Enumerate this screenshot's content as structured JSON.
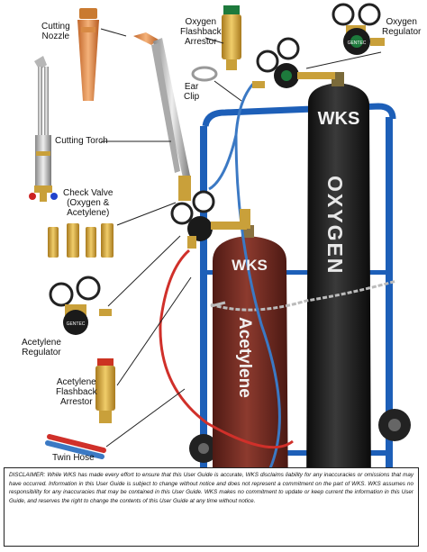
{
  "labels": {
    "cutting_nozzle": [
      "Cutting",
      "Nozzle"
    ],
    "cutting_torch": "Cutting Torch",
    "check_valve": [
      "Check Valve",
      "(Oxygen &",
      "Acetylene)"
    ],
    "acetylene_regulator": [
      "Acetylene",
      "Regulator"
    ],
    "acetylene_flashback": [
      "Acetylene",
      "Flashback",
      "Arrestor"
    ],
    "twin_hose": "Twin Hose",
    "oxygen_flashback": [
      "Oxygen",
      "Flashback",
      "Arrestor"
    ],
    "ear_clip": [
      "Ear",
      "Clip"
    ],
    "oxygen_regulator": [
      "Oxygen",
      "Regulator"
    ]
  },
  "cylinders": {
    "oxygen_brand": "WKS",
    "oxygen_gas": "OXYGEN",
    "acetylene_brand": "WKS",
    "acetylene_gas": "Acetylene"
  },
  "regulator_brand": "GENTEC",
  "disclaimer": "DISCLAIMER: While WKS has made every effort to ensure that this User Guide is accurate, WKS disclaims liability for any inaccuracies or omissions that may have occurred. Information in this User Guide is subject to change without notice and does not represent a commitment on the part of WKS. WKS assumes no responsibility for any inaccuracies that may be contained in this User Guide. WKS makes no commitment to update or keep current the information in this User Guide, and reserves the right to change the contents of this User Guide at any time without notice.",
  "colors": {
    "oxygen_cylinder": "#202020",
    "acetylene_cylinder": "#7a2e24",
    "trolley": "#1d5fb8",
    "oxygen_hose": "#3b79c4",
    "acetylene_hose": "#d0302a",
    "brass": "#c9a03a",
    "gauge_body": "#1a1a1a",
    "regulator_green": "#1d7a3c"
  }
}
